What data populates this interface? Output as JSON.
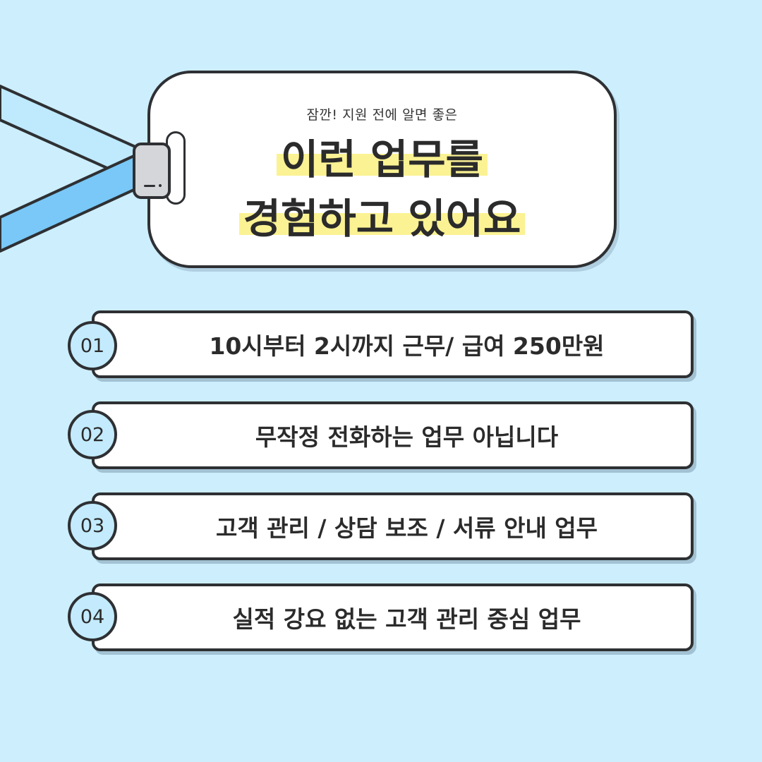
{
  "badge": {
    "subtitle": "잠깐!  지원 전에 알면 좋은",
    "title_line1": "이런 업무를",
    "title_line2": "경험하고 있어요"
  },
  "items": [
    {
      "number": "01",
      "text": "10시부터 2시까지 근무/ 급여 250만원"
    },
    {
      "number": "02",
      "text": "무작정 전화하는 업무 아닙니다"
    },
    {
      "number": "03",
      "text": "고객 관리 / 상담 보조 / 서류 안내 업무"
    },
    {
      "number": "04",
      "text": "실적 강요 없는 고객 관리 중심 업무"
    }
  ],
  "colors": {
    "background": "#cdeefd",
    "highlight": "#fbf293",
    "number_circle": "#c3ebfd",
    "lanyard_light": "#bfe9fd",
    "lanyard_dark": "#79c8f7",
    "outline": "#2e3033"
  }
}
